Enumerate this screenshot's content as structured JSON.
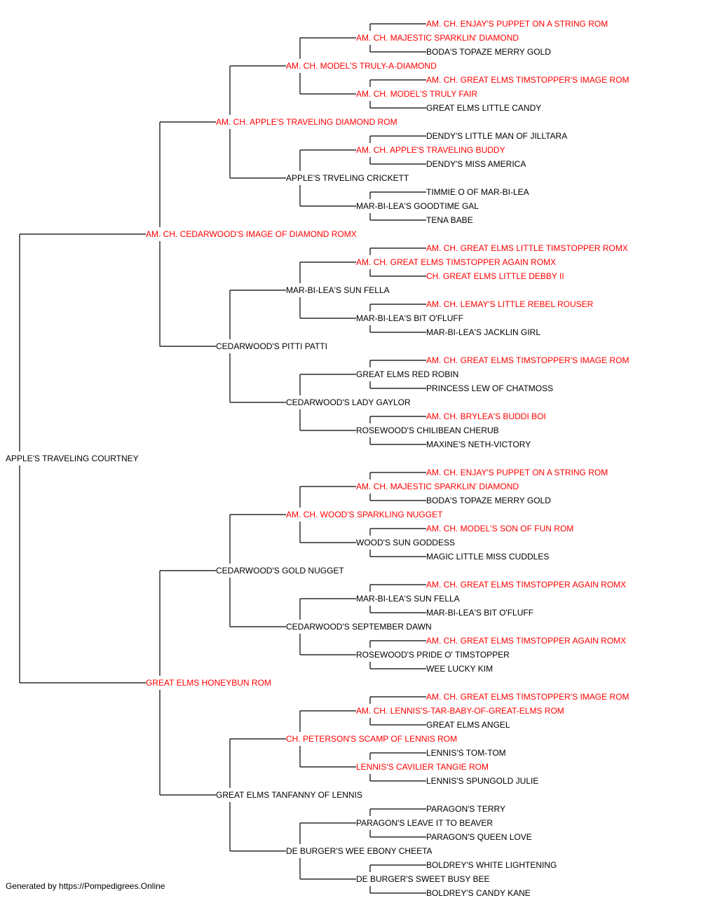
{
  "colors": {
    "champion": "#ff0000",
    "regular": "#000000",
    "line": "#000000"
  },
  "pedigree": {
    "name": "APPLE'S TRAVELING COURTNEY",
    "ch": false,
    "sire": {
      "name": "AM. CH. CEDARWOOD'S IMAGE OF DIAMOND ROMX",
      "ch": true,
      "sire": {
        "name": "AM. CH. APPLE'S TRAVELING DIAMOND ROM",
        "ch": true,
        "sire": {
          "name": "AM. CH. MODEL'S TRULY-A-DIAMOND",
          "ch": true,
          "sire": {
            "name": "AM. CH. MAJESTIC SPARKLIN' DIAMOND",
            "ch": true,
            "sire": {
              "name": "AM. CH. ENJAY'S PUPPET ON A STRING ROM",
              "ch": true
            },
            "dam": {
              "name": "BODA'S TOPAZE MERRY GOLD",
              "ch": false
            }
          },
          "dam": {
            "name": "AM. CH. MODEL'S TRULY FAIR",
            "ch": true,
            "sire": {
              "name": "AM. CH. GREAT ELMS TIMSTOPPER'S IMAGE ROM",
              "ch": true
            },
            "dam": {
              "name": "GREAT ELMS LITTLE CANDY",
              "ch": false
            }
          }
        },
        "dam": {
          "name": "APPLE'S TRVELING CRICKETT",
          "ch": false,
          "sire": {
            "name": "AM. CH. APPLE'S TRAVELING BUDDY",
            "ch": true,
            "sire": {
              "name": "DENDY'S LITTLE MAN OF JILLTARA",
              "ch": false
            },
            "dam": {
              "name": "DENDY'S MISS AMERICA",
              "ch": false
            }
          },
          "dam": {
            "name": "MAR-BI-LEA'S GOODTIME GAL",
            "ch": false,
            "sire": {
              "name": "TIMMIE O OF MAR-BI-LEA",
              "ch": false
            },
            "dam": {
              "name": "TENA BABE",
              "ch": false
            }
          }
        }
      },
      "dam": {
        "name": "CEDARWOOD'S PITTI PATTI",
        "ch": false,
        "sire": {
          "name": "MAR-BI-LEA'S SUN FELLA",
          "ch": false,
          "sire": {
            "name": "AM. CH. GREAT ELMS TIMSTOPPER AGAIN ROMX",
            "ch": true,
            "sire": {
              "name": "AM. CH. GREAT ELMS LITTLE TIMSTOPPER ROMX",
              "ch": true
            },
            "dam": {
              "name": "CH. GREAT ELMS LITTLE DEBBY II",
              "ch": true
            }
          },
          "dam": {
            "name": "MAR-BI-LEA'S BIT O'FLUFF",
            "ch": false,
            "sire": {
              "name": "AM. CH. LEMAY'S LITTLE REBEL ROUSER",
              "ch": true
            },
            "dam": {
              "name": "MAR-BI-LEA'S JACKLIN GIRL",
              "ch": false
            }
          }
        },
        "dam": {
          "name": "CEDARWOOD'S LADY GAYLOR",
          "ch": false,
          "sire": {
            "name": "GREAT ELMS RED ROBIN",
            "ch": false,
            "sire": {
              "name": "AM. CH. GREAT ELMS TIMSTOPPER'S IMAGE ROM",
              "ch": true
            },
            "dam": {
              "name": "PRINCESS LEW OF CHATMOSS",
              "ch": false
            }
          },
          "dam": {
            "name": "ROSEWOOD'S CHILIBEAN CHERUB",
            "ch": false,
            "sire": {
              "name": "AM. CH. BRYLEA'S BUDDI BOI",
              "ch": true
            },
            "dam": {
              "name": "MAXINE'S NETH-VICTORY",
              "ch": false
            }
          }
        }
      }
    },
    "dam": {
      "name": "GREAT ELMS HONEYBUN ROM",
      "ch": true,
      "sire": {
        "name": "CEDARWOOD'S GOLD NUGGET",
        "ch": false,
        "sire": {
          "name": "AM. CH. WOOD'S SPARKLING NUGGET",
          "ch": true,
          "sire": {
            "name": "AM. CH. MAJESTIC SPARKLIN' DIAMOND",
            "ch": true,
            "sire": {
              "name": "AM. CH. ENJAY'S PUPPET ON A STRING ROM",
              "ch": true
            },
            "dam": {
              "name": "BODA'S TOPAZE MERRY GOLD",
              "ch": false
            }
          },
          "dam": {
            "name": "WOOD'S SUN GODDESS",
            "ch": false,
            "sire": {
              "name": "AM. CH. MODEL'S SON OF FUN ROM",
              "ch": true
            },
            "dam": {
              "name": "MAGIC LITTLE MISS CUDDLES",
              "ch": false
            }
          }
        },
        "dam": {
          "name": "CEDARWOOD'S SEPTEMBER DAWN",
          "ch": false,
          "sire": {
            "name": "MAR-BI-LEA'S SUN FELLA",
            "ch": false,
            "sire": {
              "name": "AM. CH. GREAT ELMS TIMSTOPPER AGAIN ROMX",
              "ch": true
            },
            "dam": {
              "name": "MAR-BI-LEA'S BIT O'FLUFF",
              "ch": false
            }
          },
          "dam": {
            "name": "ROSEWOOD'S PRIDE O' TIMSTOPPER",
            "ch": false,
            "sire": {
              "name": "AM. CH. GREAT ELMS TIMSTOPPER AGAIN ROMX",
              "ch": true
            },
            "dam": {
              "name": "WEE LUCKY KIM",
              "ch": false
            }
          }
        }
      },
      "dam": {
        "name": "GREAT ELMS TANFANNY OF LENNIS",
        "ch": false,
        "sire": {
          "name": "CH. PETERSON'S SCAMP OF LENNIS ROM",
          "ch": true,
          "sire": {
            "name": "AM. CH. LENNIS'S-TAR-BABY-OF-GREAT-ELMS ROM",
            "ch": true,
            "sire": {
              "name": "AM. CH. GREAT ELMS TIMSTOPPER'S IMAGE ROM",
              "ch": true
            },
            "dam": {
              "name": "GREAT ELMS ANGEL",
              "ch": false
            }
          },
          "dam": {
            "name": "LENNIS'S CAVILIER TANGIE ROM",
            "ch": true,
            "sire": {
              "name": "LENNIS'S TOM-TOM",
              "ch": false
            },
            "dam": {
              "name": "LENNIS'S SPUNGOLD JULIE",
              "ch": false
            }
          }
        },
        "dam": {
          "name": "DE BURGER'S WEE EBONY CHEETA",
          "ch": false,
          "sire": {
            "name": "PARAGON'S LEAVE IT TO BEAVER",
            "ch": false,
            "sire": {
              "name": "PARAGON'S TERRY",
              "ch": false
            },
            "dam": {
              "name": "PARAGON'S QUEEN LOVE",
              "ch": false
            }
          },
          "dam": {
            "name": "DE BURGER'S SWEET BUSY BEE",
            "ch": false,
            "sire": {
              "name": "BOLDREY'S WHITE LIGHTENING",
              "ch": false
            },
            "dam": {
              "name": "BOLDREY'S CANDY KANE",
              "ch": false
            }
          }
        }
      }
    }
  },
  "footer": "Generated by https://Pompedigrees.Online"
}
